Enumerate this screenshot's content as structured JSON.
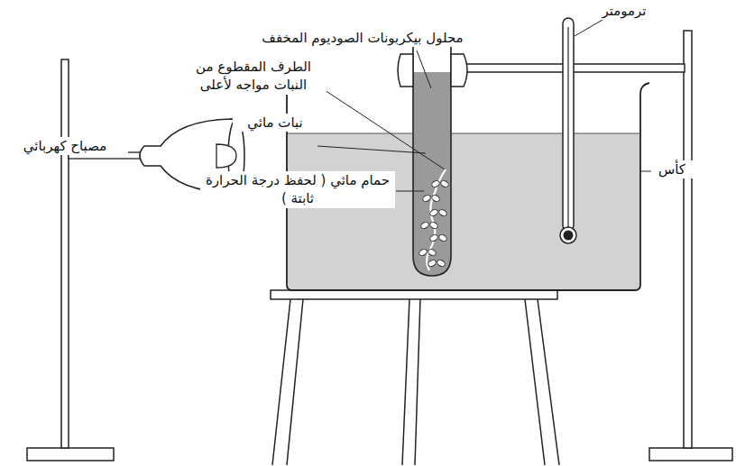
{
  "diagram": {
    "labels": [
      "ترمومتر",
      "محلول بيكربونات الصوديوم المخفف",
      "الطرف المقطوع من النبات مواجه لأعلى",
      "نبات مائي",
      "مصباح كهربائي",
      "حمام مائي ( لحفظ درجة الحرارة ثابتة )",
      "كأس"
    ]
  }
}
